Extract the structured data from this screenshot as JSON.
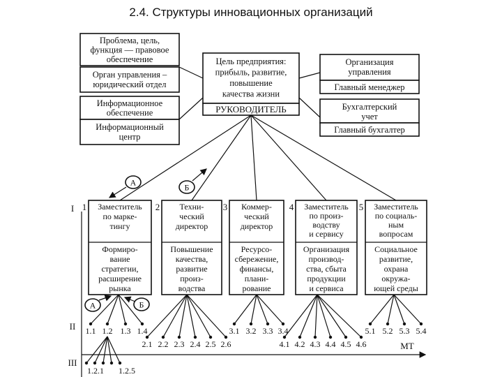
{
  "title": "2.4. Структуры инновационных организаций",
  "left_blocks": [
    {
      "top": [
        "Проблема, цель,",
        "функция — правовое",
        "обеспечение"
      ],
      "bottom": [
        "Орган управления –",
        "юридический отдел"
      ]
    },
    {
      "top": [
        "Информационное",
        "обеспечение"
      ],
      "bottom": [
        "Информационный",
        "центр"
      ]
    }
  ],
  "center": {
    "goal": [
      "Цель предприятия:",
      "прибыль, развитие,",
      "повышение",
      "качества жизни"
    ],
    "head": "РУКОВОДИТЕЛЬ"
  },
  "right_blocks": [
    {
      "top": [
        "Организация",
        "управления"
      ],
      "bottom": [
        "Главный менеджер"
      ]
    },
    {
      "top": [
        "Бухгалтерский",
        "учет"
      ],
      "bottom": [
        "Главный бухгалтер"
      ]
    }
  ],
  "circles": [
    {
      "label": "А"
    },
    {
      "label": "Б"
    },
    {
      "label": "А"
    },
    {
      "label": "Б"
    }
  ],
  "level_labels": [
    "I",
    "II",
    "III"
  ],
  "departments": [
    {
      "num": "1",
      "head": [
        "Заместитель",
        "по марке-",
        "тингу"
      ],
      "func": [
        "Формиро-",
        "вание",
        "стратегии,",
        "расширение",
        "рынка"
      ]
    },
    {
      "num": "2",
      "head": [
        "Техни-",
        "ческий",
        "директор"
      ],
      "func": [
        "Повышение",
        "качества,",
        "развитие",
        "произ-",
        "водства"
      ]
    },
    {
      "num": "3",
      "head": [
        "Коммер-",
        "ческий",
        "директор"
      ],
      "func": [
        "Ресурсо-",
        "сбережение,",
        "финансы,",
        "плани-",
        "рование"
      ]
    },
    {
      "num": "4",
      "head": [
        "Заместитель",
        "по произ-",
        "водству",
        "и сервису"
      ],
      "func": [
        "Организация",
        "производ-",
        "ства, сбыта",
        "продукции",
        "и сервиса"
      ]
    },
    {
      "num": "5",
      "head": [
        "Заместитель",
        "по социаль-",
        "ным",
        "вопросам"
      ],
      "func": [
        "Социальное",
        "развитие,",
        "охрана",
        "окружа-",
        "ющей среды"
      ]
    }
  ],
  "level2": [
    [
      "1.1",
      "1.2",
      "1.3",
      "1.4"
    ],
    [
      "2.1",
      "2.2",
      "2.3",
      "2.4",
      "2.5",
      "2.6"
    ],
    [
      "3.1",
      "3.2",
      "3.3",
      "3.4"
    ],
    [
      "4.1",
      "4.2",
      "4.3",
      "4.4",
      "4.5",
      "4.6"
    ],
    [
      "5.1",
      "5.2",
      "5.3",
      "5.4"
    ]
  ],
  "level3": [
    "1.2.1",
    "1.2.5"
  ],
  "axis_label": "МТ"
}
